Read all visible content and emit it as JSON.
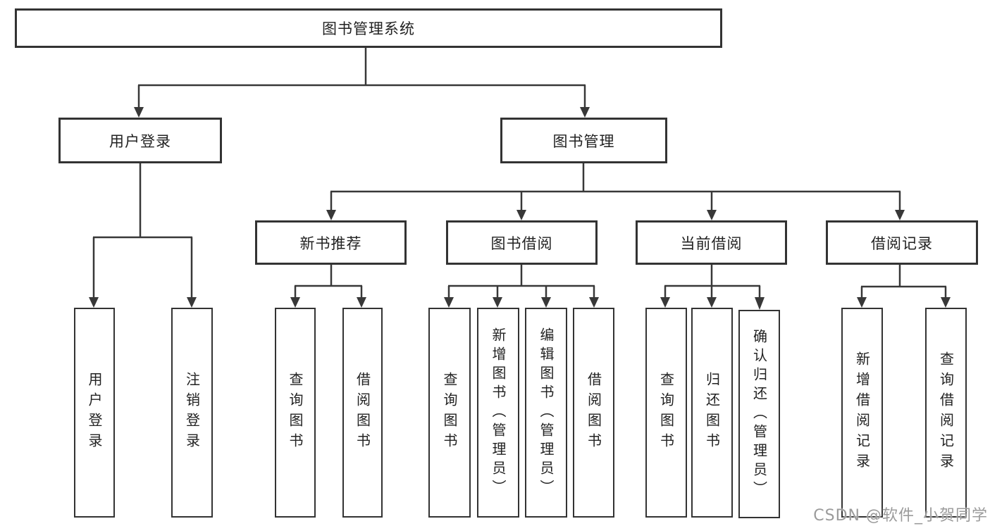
{
  "tree": {
    "label": "图书管理系统",
    "children": [
      {
        "label": "用户登录",
        "children": [
          {
            "label": "用户登录"
          },
          {
            "label": "注销登录"
          }
        ]
      },
      {
        "label": "图书管理",
        "children": [
          {
            "label": "新书推荐",
            "children": [
              {
                "label": "查询图书"
              },
              {
                "label": "借阅图书"
              }
            ]
          },
          {
            "label": "图书借阅",
            "children": [
              {
                "label": "查询图书"
              },
              {
                "label": "新增图书（管理员）"
              },
              {
                "label": "编辑图书（管理员）"
              },
              {
                "label": "借阅图书"
              }
            ]
          },
          {
            "label": "当前借阅",
            "children": [
              {
                "label": "查询图书"
              },
              {
                "label": "归还图书"
              },
              {
                "label": "确认归还（管理员）"
              }
            ]
          },
          {
            "label": "借阅记录",
            "children": [
              {
                "label": "新增借阅记录"
              },
              {
                "label": "查询借阅记录"
              }
            ]
          }
        ]
      }
    ]
  },
  "watermark": {
    "text": "CSDN @软件_小贺同学"
  },
  "colors": {
    "line": "#383838",
    "border": "#333333",
    "watermark": "#9b9b9b"
  }
}
